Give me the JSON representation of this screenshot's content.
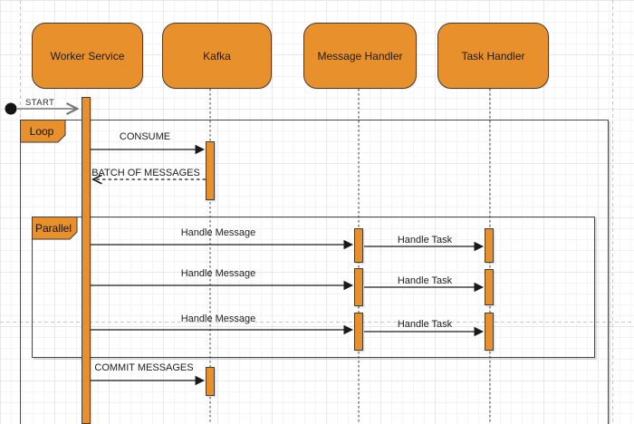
{
  "diagram_type": "uml-sequence",
  "actors": [
    {
      "label": "Worker Service"
    },
    {
      "label": "Kafka"
    },
    {
      "label": "Message Handler"
    },
    {
      "label": "Task Handler"
    }
  ],
  "start": {
    "label": "START"
  },
  "frames": {
    "loop": {
      "label": "Loop"
    },
    "parallel": {
      "label": "Parallel"
    }
  },
  "sequence": [
    {
      "from": "Worker Service",
      "to": "Kafka",
      "label": "CONSUME",
      "style": "solid"
    },
    {
      "from": "Kafka",
      "to": "Worker Service",
      "label": "BATCH OF MESSAGES",
      "style": "dashed"
    },
    {
      "from": "Worker Service",
      "to": "Message Handler",
      "label": "Handle Message",
      "style": "solid"
    },
    {
      "from": "Message Handler",
      "to": "Task Handler",
      "label": "Handle Task",
      "style": "solid"
    },
    {
      "from": "Worker Service",
      "to": "Message Handler",
      "label": "Handle Message",
      "style": "solid"
    },
    {
      "from": "Message Handler",
      "to": "Task Handler",
      "label": "Handle Task",
      "style": "solid"
    },
    {
      "from": "Worker Service",
      "to": "Message Handler",
      "label": "Handle Message",
      "style": "solid"
    },
    {
      "from": "Message Handler",
      "to": "Task Handler",
      "label": "Handle Task",
      "style": "solid"
    },
    {
      "from": "Worker Service",
      "to": "Kafka",
      "label": "COMMIT MESSAGES",
      "style": "solid"
    }
  ],
  "colors": {
    "shape_fill": "#E8912C",
    "shape_stroke": "#3D3D3D",
    "frame_stroke": "#4A4A4A",
    "arrow": "#1A1A1A",
    "start_arrow": "#777777",
    "page_line": "#C8C8C8"
  }
}
